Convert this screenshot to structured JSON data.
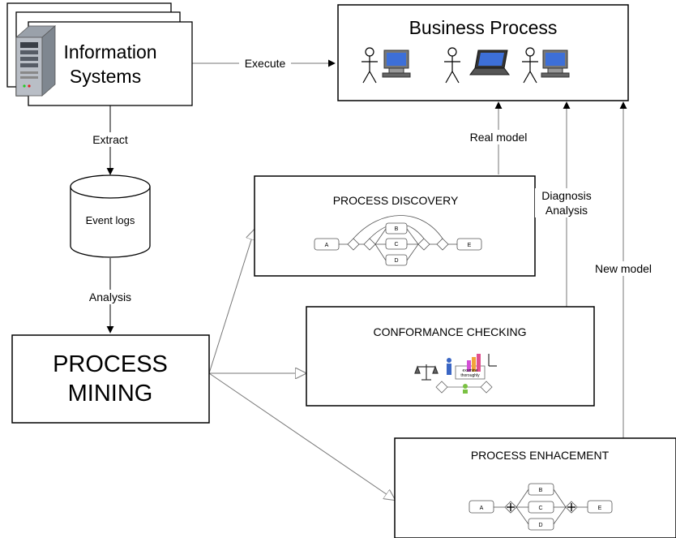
{
  "nodes": {
    "information_systems": {
      "line1": "Information",
      "line2": "Systems"
    },
    "business_process": {
      "title": "Business Process"
    },
    "event_logs": {
      "label": "Event logs"
    },
    "process_mining": {
      "line1": "PROCESS",
      "line2": "MINING"
    },
    "process_discovery": {
      "title": "PROCESS DISCOVERY",
      "activities": [
        "A",
        "B",
        "C",
        "D",
        "E"
      ]
    },
    "conformance_checking": {
      "title": "CONFORMANCE CHECKING",
      "note_line1": "examine",
      "note_line2": "thoroughly"
    },
    "process_enhancement": {
      "title": "PROCESS ENHACEMENT",
      "activities": [
        "A",
        "B",
        "C",
        "D",
        "E"
      ]
    }
  },
  "edges": {
    "execute": "Execute",
    "extract": "Extract",
    "analysis": "Analysis",
    "real_model": "Real model",
    "diagnosis_line1": "Diagnosis",
    "diagnosis_line2": "Analysis",
    "new_model": "New model"
  },
  "icons": [
    "server-icon",
    "actor-icon",
    "computer-icon",
    "laptop-icon",
    "scales-icon",
    "person-icon",
    "bar-chart-icon"
  ]
}
